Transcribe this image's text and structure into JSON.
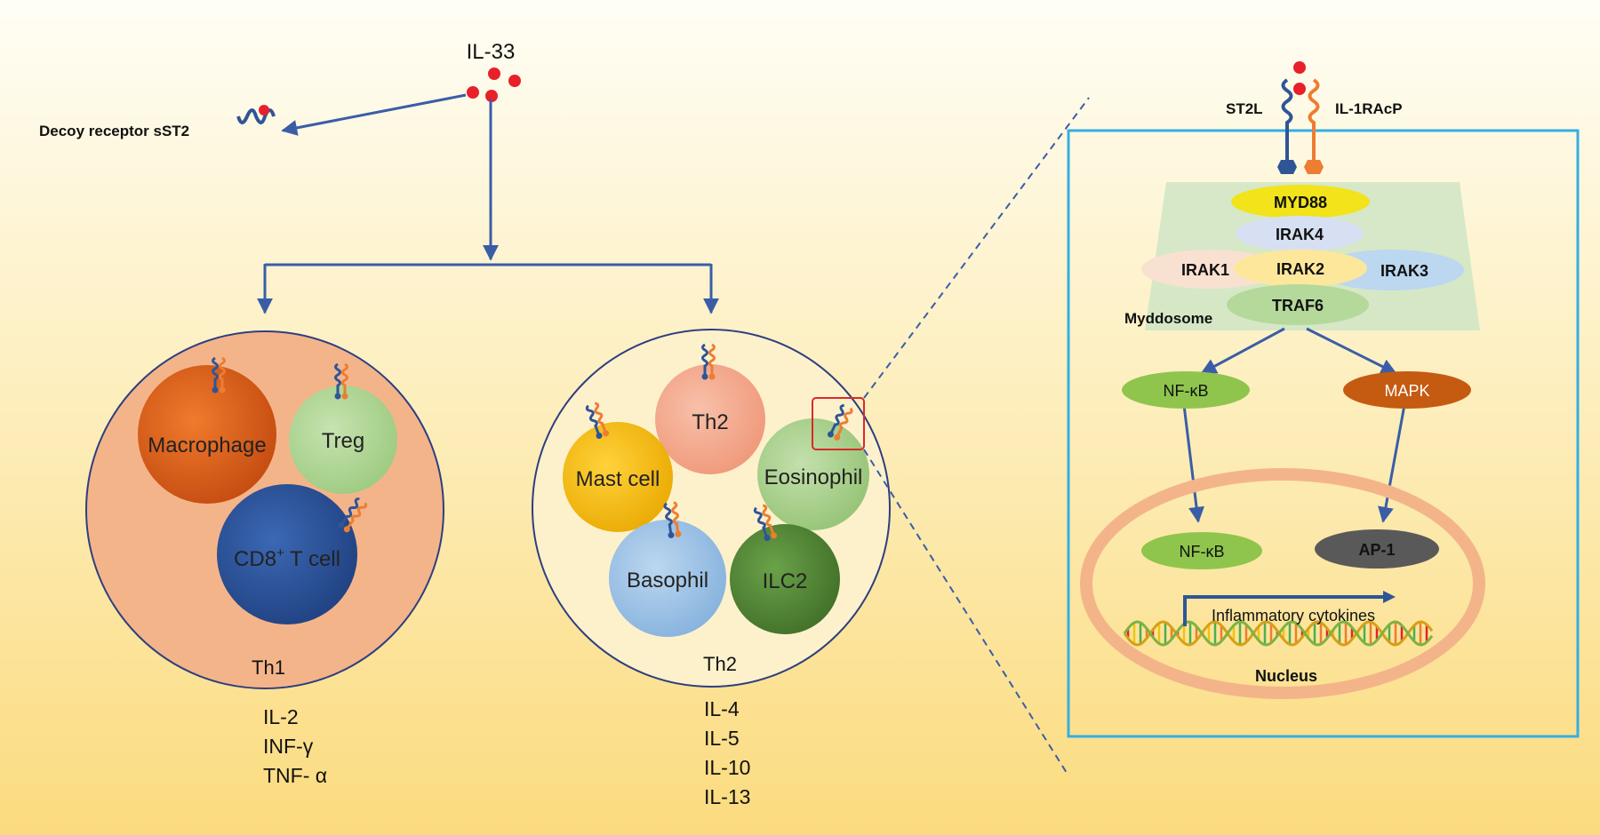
{
  "ligand": {
    "label": "IL-33"
  },
  "decoy": {
    "label": "Decoy receptor sST2"
  },
  "th1": {
    "cells": {
      "macrophage": "Macrophage",
      "treg": "Treg",
      "cd8_main": "CD8",
      "cd8_sup": "+",
      "cd8_rest": " T cell"
    },
    "label": "Th1",
    "cytokines": [
      "IL-2",
      "INF-γ",
      "TNF- α"
    ]
  },
  "th2": {
    "cells": {
      "th2": "Th2",
      "mast": "Mast cell",
      "eosinophil": "Eosinophil",
      "basophil": "Basophil",
      "ilc2": "ILC2"
    },
    "label": "Th2",
    "cytokines": [
      "IL-4",
      "IL-5",
      "IL-10",
      "IL-13"
    ]
  },
  "signaling": {
    "receptors": {
      "st2l": "ST2L",
      "il1racp": "IL-1RAcP"
    },
    "myddosome": {
      "label": "Myddosome",
      "myd88": "MYD88",
      "irak4": "IRAK4",
      "irak1": "IRAK1",
      "irak2": "IRAK2",
      "irak3": "IRAK3",
      "traf6": "TRAF6"
    },
    "nfkb_cyto": "NF-κB",
    "mapk": "MAPK",
    "nfkb_nuc": "NF-κB",
    "ap1": "AP-1",
    "transcription": "Inflammatory cytokines",
    "nucleus": "Nucleus"
  },
  "colors": {
    "arrow": "#3a5da8",
    "th1_bg": "#f4b48a",
    "macrophage": "#d8581a",
    "treg": "#a8d08d",
    "cd8": "#2f5597",
    "th2_bg": "#fdf1cc",
    "th2_cell": "#f4a98c",
    "mast": "#fcc000",
    "eosinophil": "#a9d18e",
    "basophil": "#9dc3e6",
    "ilc2": "#548235",
    "panel_border": "#35aee2",
    "myd88": "#f2e31a",
    "nfkb": "#8fc54d",
    "mapk": "#c55a11",
    "ap1": "#595959",
    "nucleus_ring": "#f4b48a",
    "il33_dot": "#e8202a"
  }
}
